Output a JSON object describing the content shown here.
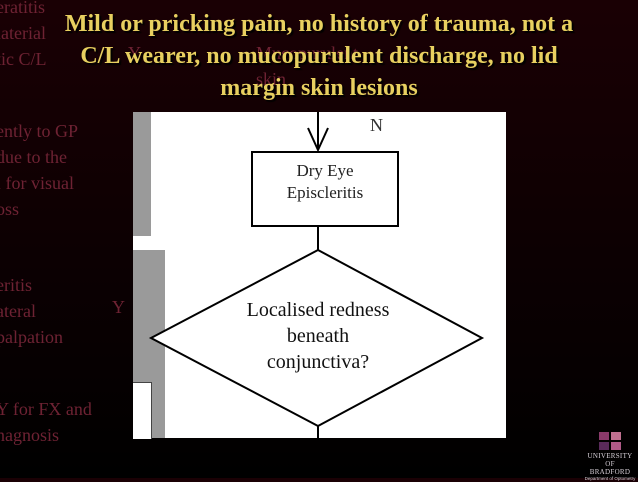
{
  "title": {
    "line1": "Mild or pricking pain, no history of trauma, not a",
    "line2": "C/L wearer, no mucopurulent discharge, no lid",
    "line3": "margin skin lesions"
  },
  "background_fragments": {
    "left_top": "eratitis\nlaterial\ntic C/L",
    "y_label": "Y",
    "middle_top": "Mucopurulent\nskin",
    "left_refer": "ently to GP\ndue to the\nl for visual\noss",
    "left_middle": "eritis\nateral\npalpation",
    "left_bottom": "Y for FX and\nnagnosis",
    "y_label2": "Y"
  },
  "flowchart": {
    "n_label": "N",
    "box_line1": "Dry Eye",
    "box_line2": "Episcleritis",
    "diamond_line1": "Localised redness",
    "diamond_line2": "beneath",
    "diamond_line3": "conjunctiva?"
  },
  "logo": {
    "name_line1": "UNIVERSITY OF",
    "name_line2": "BRADFORD",
    "department": "Department of Optometry",
    "colors": [
      "#8a3a6a",
      "#c07090",
      "#5a2a5a",
      "#b05a88"
    ]
  }
}
